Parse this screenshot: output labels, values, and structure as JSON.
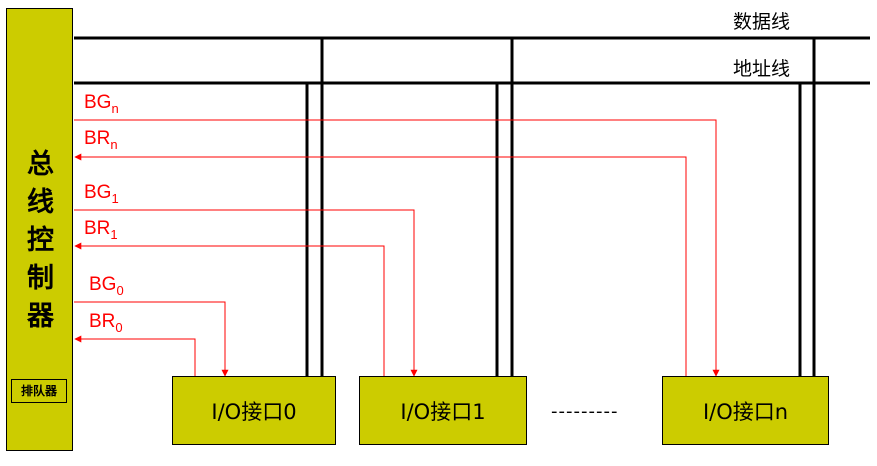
{
  "controller": {
    "chars": [
      "总",
      "线",
      "控",
      "制",
      "器"
    ],
    "queue_label": "排队器"
  },
  "buses": {
    "data_label": "数据线",
    "address_label": "地址线"
  },
  "signals": [
    {
      "base": "BG",
      "sub": "n"
    },
    {
      "base": "BR",
      "sub": "n"
    },
    {
      "base": "BG",
      "sub": "1"
    },
    {
      "base": "BR",
      "sub": "1"
    },
    {
      "base": "BG",
      "sub": "0"
    },
    {
      "base": "BR",
      "sub": "0"
    }
  ],
  "interfaces": [
    {
      "label": "I/O接口0"
    },
    {
      "label": "I/O接口1"
    },
    {
      "label": "I/O接口n"
    }
  ],
  "ellipsis": "---------",
  "colors": {
    "box_fill": "#CCCC00",
    "signal": "#FF0000",
    "bus": "#000000"
  }
}
